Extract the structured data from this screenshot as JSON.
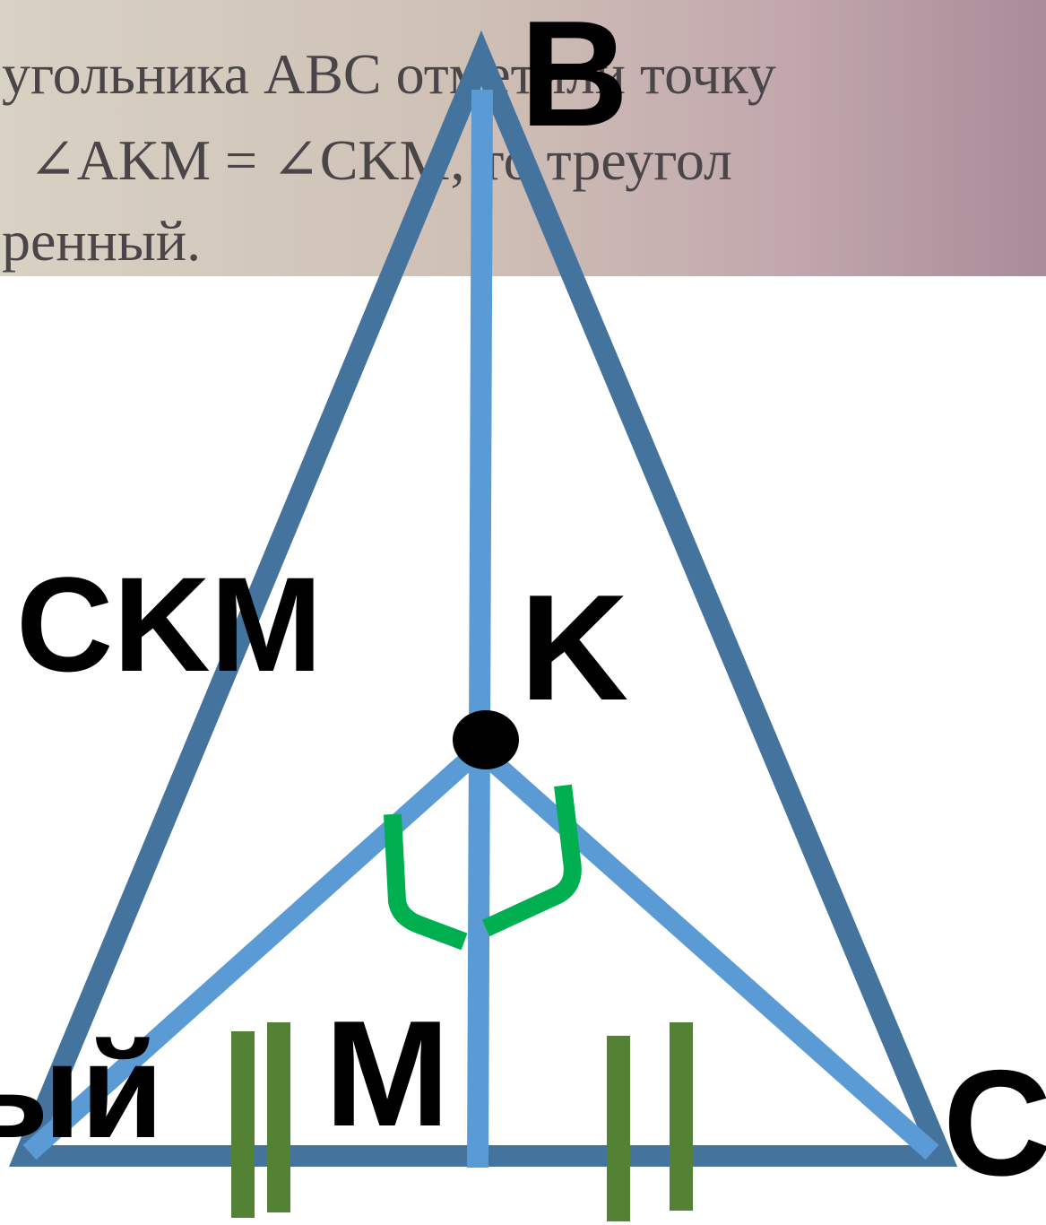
{
  "photo_text": {
    "line1": "угольника ABC отметили точку",
    "line2": "∠AKM = ∠CKM, то треугол",
    "line3": "ренный."
  },
  "labels": {
    "b": "B",
    "k": "K",
    "m": "M",
    "c": "C",
    "ckm": "CKM",
    "yi": "ый"
  },
  "colors": {
    "triangle": "#44739e",
    "segments": "#5b9bd5",
    "angle_marks": "#00b050",
    "tick_marks": "#548235",
    "point": "#000000"
  }
}
